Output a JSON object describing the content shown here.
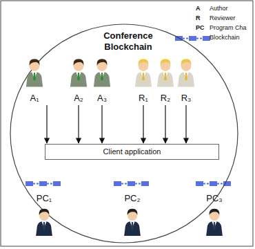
{
  "diagram": {
    "nodes": [
      {
        "text": [
          "Conference Blockchain"
        ]
      },
      {
        "text": [
          "A₁"
        ],
        "in": 0
      },
      {
        "text": [
          "A₂"
        ],
        "in": 0
      },
      {
        "text": [
          "A₃"
        ],
        "in": 0
      },
      {
        "text": [
          "R₁"
        ],
        "in": 0
      },
      {
        "text": [
          "R₂"
        ],
        "in": 0
      },
      {
        "text": [
          "R₃"
        ],
        "in": 0
      },
      {
        "text": [
          "Client application"
        ],
        "in": 0
      },
      {
        "text": [
          "PC₁"
        ],
        "in": 0
      },
      {
        "text": [
          "PC₂"
        ],
        "in": 0
      },
      {
        "text": [
          "PC₃"
        ],
        "in": 0
      }
    ],
    "edges": [
      {
        "from": 1,
        "to": 7,
        "arrow": "to"
      },
      {
        "from": 2,
        "to": 7,
        "arrow": "to"
      },
      {
        "from": 3,
        "to": 7,
        "arrow": "to"
      },
      {
        "from": 4,
        "to": 7,
        "arrow": "to"
      },
      {
        "from": 5,
        "to": 7,
        "arrow": "to"
      },
      {
        "from": 6,
        "to": 7,
        "arrow": "to"
      }
    ],
    "labels": [
      "A",
      "R",
      "PC"
    ],
    "legend": [
      {
        "text": "Author"
      },
      {
        "text": "Reviewer"
      },
      {
        "text": "Program Cha"
      },
      {
        "text": "Blockchain"
      }
    ]
  }
}
